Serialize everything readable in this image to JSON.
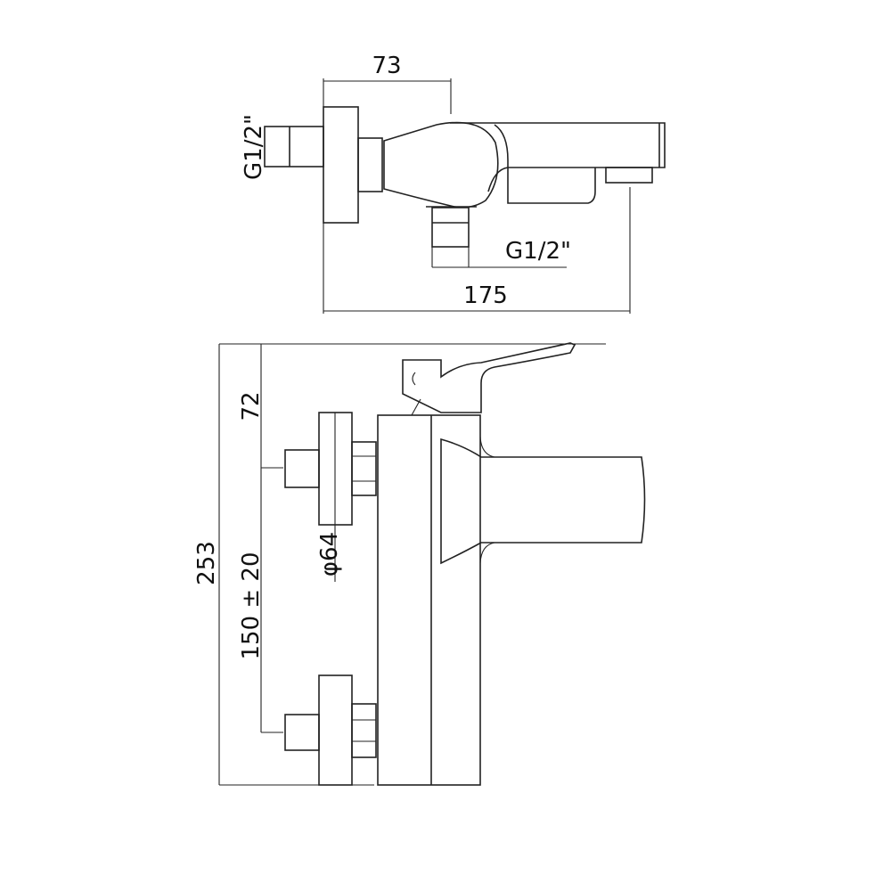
{
  "title": "Bath mixer technical drawing",
  "top_view": {
    "dim_depth_to_handle": "73",
    "dim_total_depth": "175",
    "inlet_thread_wall": "G1/2\"",
    "outlet_thread_shower": "G1/2\""
  },
  "front_view": {
    "dim_total_height": "253",
    "dim_top_to_inlet": "72",
    "dim_inlet_spacing": "150 ± 20",
    "dim_flange_diameter": "φ64"
  },
  "colors": {
    "line": "#222222",
    "background": "#ffffff"
  }
}
